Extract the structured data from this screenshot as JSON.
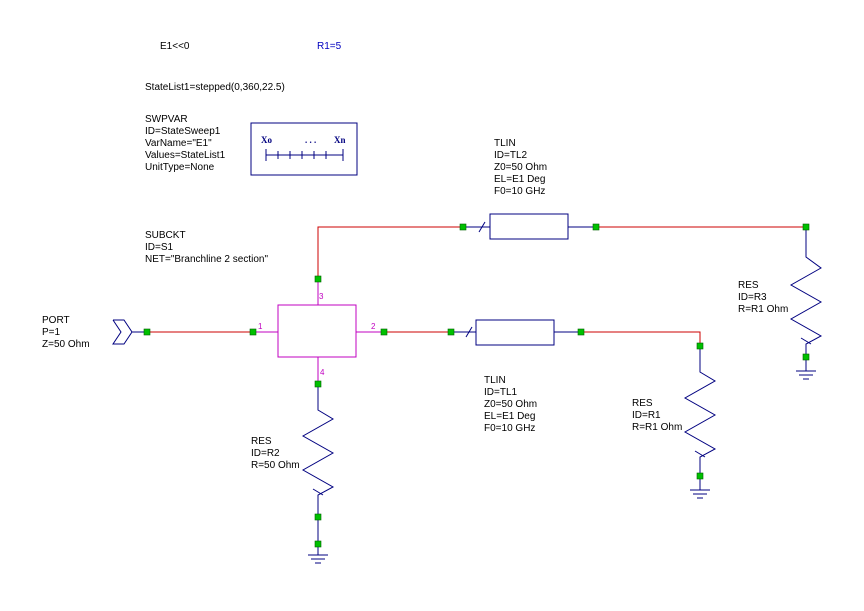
{
  "equations": {
    "e1": "E1<<0",
    "r1": "R1=5",
    "statelist": "StateList1=stepped(0,360,22.5)"
  },
  "swpvar": {
    "lines": [
      "SWPVAR",
      "ID=StateSweep1",
      "VarName=\"E1\"",
      "Values=StateList1",
      "UnitType=None"
    ],
    "icon_left": "Xo",
    "icon_dots": ". . .",
    "icon_right": "Xn"
  },
  "tlin2": {
    "lines": [
      "TLIN",
      "ID=TL2",
      "Z0=50 Ohm",
      "EL=E1 Deg",
      "F0=10 GHz"
    ]
  },
  "tlin1": {
    "lines": [
      "TLIN",
      "ID=TL1",
      "Z0=50 Ohm",
      "EL=E1 Deg",
      "F0=10 GHz"
    ]
  },
  "subckt": {
    "lines": [
      "SUBCKT",
      "ID=S1",
      "NET=\"Branchline 2 section\""
    ],
    "pins": [
      "1",
      "2",
      "3",
      "4"
    ]
  },
  "port": {
    "lines": [
      "PORT",
      "P=1",
      "Z=50 Ohm"
    ]
  },
  "res_r3": {
    "lines": [
      "RES",
      "ID=R3",
      "R=R1 Ohm"
    ]
  },
  "res_r1": {
    "lines": [
      "RES",
      "ID=R1",
      "R=R1 Ohm"
    ]
  },
  "res_r2": {
    "lines": [
      "RES",
      "ID=R2",
      "R=50 Ohm"
    ]
  },
  "colors": {
    "wire": "#cc0000",
    "component": "#000080",
    "subckt": "#c000c0",
    "node": "#00c000"
  }
}
